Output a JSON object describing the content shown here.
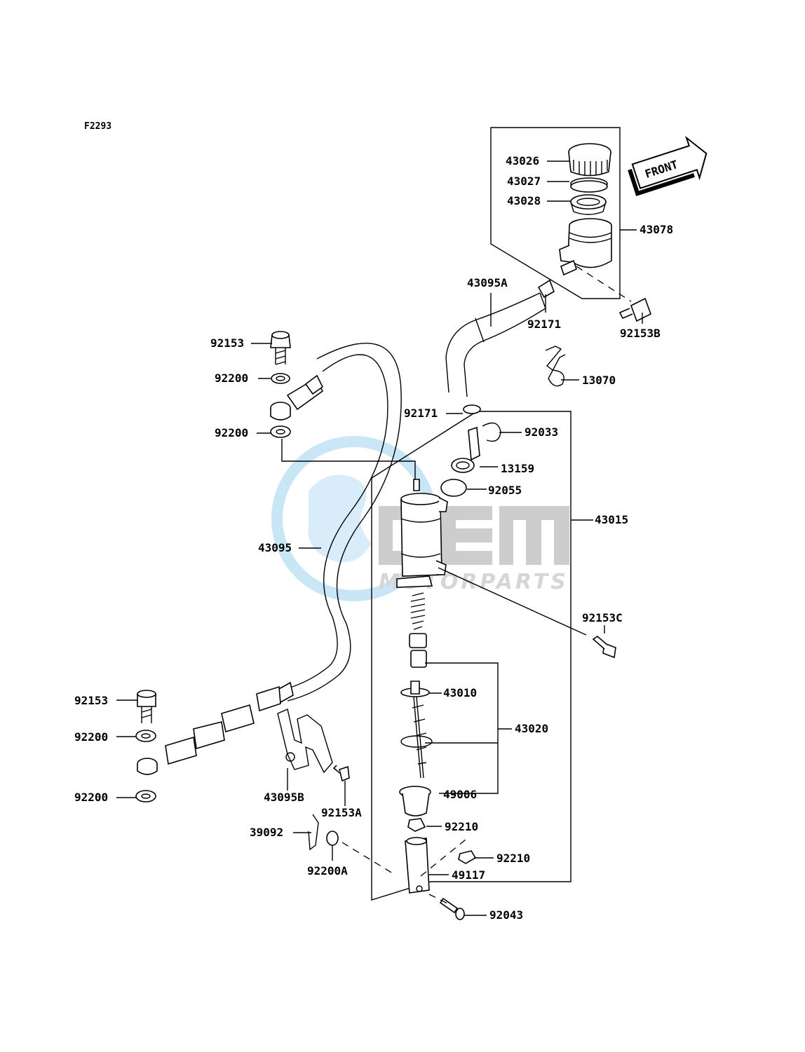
{
  "diagram_code": "F2293",
  "front_label": "FRONT",
  "watermark": {
    "brand": "OEM",
    "sub": "MOTORPARTS"
  },
  "callouts": {
    "p43026": "43026",
    "p43027": "43027",
    "p43028": "43028",
    "p43078": "43078",
    "p43095A": "43095A",
    "p92171_top": "92171",
    "p92153B": "92153B",
    "p13070": "13070",
    "p92153_top": "92153",
    "p92200_a": "92200",
    "p92200_b": "92200",
    "p92171_mid": "92171",
    "p92033": "92033",
    "p13159": "13159",
    "p92055": "92055",
    "p43015": "43015",
    "p43095": "43095",
    "p92153C": "92153C",
    "p43010": "43010",
    "p43020": "43020",
    "p92153_bot": "92153",
    "p92200_c": "92200",
    "p92200_d": "92200",
    "p43095B": "43095B",
    "p92153A": "92153A",
    "p49006": "49006",
    "p39092": "39092",
    "p92210_a": "92210",
    "p92210_b": "92210",
    "p92200A": "92200A",
    "p49117": "49117",
    "p92043": "92043"
  }
}
